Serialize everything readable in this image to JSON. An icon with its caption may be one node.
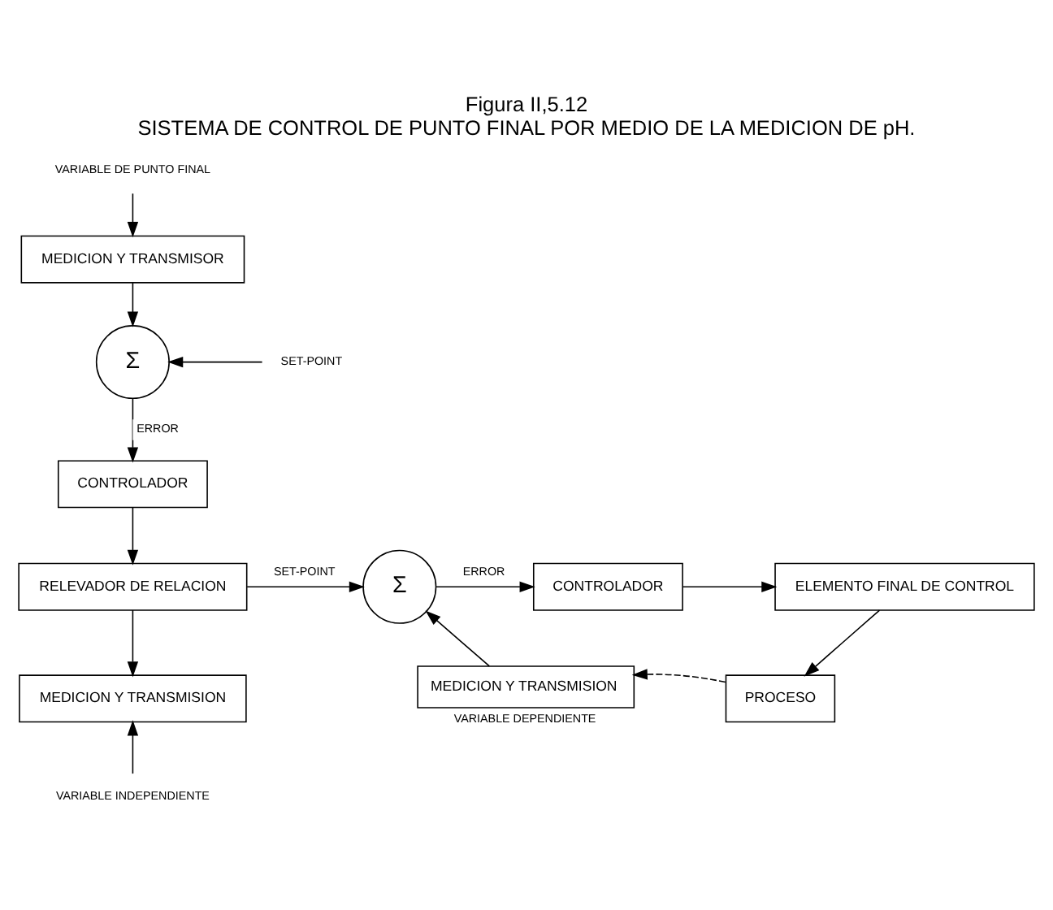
{
  "diagram": {
    "title": "Figura II,5.12",
    "caption": "SISTEMA DE CONTROL DE PUNTO FINAL POR MEDIO DE LA MEDICION DE pH.",
    "nodes": [
      {
        "text": [
          "VARIABLE DE PUNTO FINAL"
        ]
      },
      {
        "text": [
          "MEDICION Y TRANSMISOR"
        ]
      },
      {
        "text": [
          "Σ"
        ]
      },
      {
        "text": [
          "SET-POINT"
        ]
      },
      {
        "text": [
          "CONTROLADOR"
        ]
      },
      {
        "text": [
          "RELEVADOR DE RELACION"
        ]
      },
      {
        "text": [
          "MEDICION Y TRANSMISION"
        ]
      },
      {
        "text": [
          "VARIABLE INDEPENDIENTE"
        ]
      },
      {
        "text": [
          "Σ"
        ]
      },
      {
        "text": [
          "CONTROLADOR"
        ]
      },
      {
        "text": [
          "ELEMENTO FINAL DE CONTROL"
        ]
      },
      {
        "text": [
          "PROCESO"
        ]
      },
      {
        "text": [
          "MEDICION Y TRANSMISION"
        ],
        "beside": [
          "VARIABLE DEPENDIENTE"
        ]
      }
    ],
    "edges": [
      {
        "from": 0,
        "to": 1,
        "arrow": "to"
      },
      {
        "from": 1,
        "to": 2,
        "arrow": "to"
      },
      {
        "from": 3,
        "to": 2,
        "arrow": "to"
      },
      {
        "from": 2,
        "to": 4,
        "arrow": "to",
        "label": "ERROR"
      },
      {
        "from": 4,
        "to": 5,
        "arrow": "to"
      },
      {
        "from": 5,
        "to": 6,
        "arrow": "to"
      },
      {
        "from": 7,
        "to": 6,
        "arrow": "to"
      },
      {
        "from": 5,
        "to": 8,
        "arrow": "to",
        "label": "SET-POINT"
      },
      {
        "from": 8,
        "to": 9,
        "arrow": "to",
        "label": "ERROR"
      },
      {
        "from": 9,
        "to": 10,
        "arrow": "to"
      },
      {
        "from": 10,
        "to": 11,
        "arrow": "to"
      },
      {
        "from": 11,
        "to": 12,
        "arrow": "to",
        "style": "dashed"
      },
      {
        "from": 12,
        "to": 8,
        "arrow": "to"
      }
    ]
  }
}
